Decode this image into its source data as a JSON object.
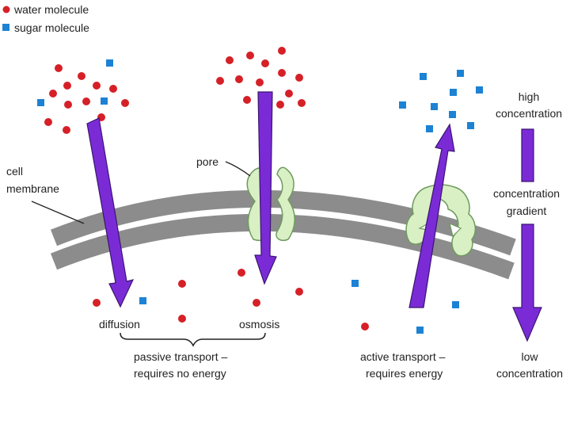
{
  "legend": {
    "water_label": "water molecule",
    "sugar_label": "sugar molecule",
    "water_color": "#d62027",
    "sugar_color": "#1c82d4"
  },
  "labels": {
    "cell_membrane_1": "cell",
    "cell_membrane_2": "membrane",
    "pore": "pore",
    "diffusion": "diffusion",
    "osmosis": "osmosis",
    "passive_1": "passive transport –",
    "passive_2": "requires no energy",
    "active_1": "active transport –",
    "active_2": "requires energy",
    "high_1": "high",
    "high_2": "concentration",
    "gradient_1": "concentration",
    "gradient_2": "gradient",
    "low_1": "low",
    "low_2": "concentration"
  },
  "colors": {
    "membrane": "#8c8c8c",
    "membrane_gap": "#f2f2f2",
    "arrow_purple": "#7a2bd6",
    "protein_green": "#d8f0c4",
    "protein_outline": "#6e9a5e"
  }
}
